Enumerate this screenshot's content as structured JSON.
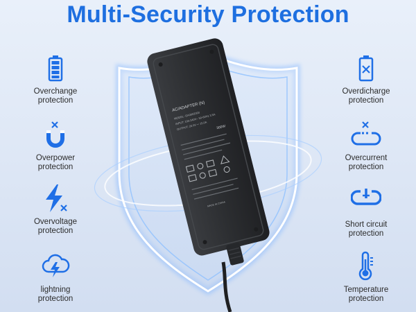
{
  "title": "Multi-Security Protection",
  "colors": {
    "accent": "#1e6fe0",
    "text": "#2b2b2b",
    "icon_blue": "#1f6fe6",
    "device": "#2f3134"
  },
  "left_features": [
    {
      "icon": "battery-full-icon",
      "label": "Overchange\nprotection"
    },
    {
      "icon": "magnet-icon",
      "label": "Overpower\nprotection"
    },
    {
      "icon": "lightning-bolt-icon",
      "label": "Overvoltage\nprotection"
    },
    {
      "icon": "cloud-lightning-icon",
      "label": "lightning\nprotection"
    }
  ],
  "right_features": [
    {
      "icon": "battery-empty-icon",
      "label": "Overdicharge\nprotection"
    },
    {
      "icon": "current-loop-icon",
      "label": "Overcurrent\nprotection"
    },
    {
      "icon": "short-circuit-icon",
      "label": "Short circuit\nprotection"
    },
    {
      "icon": "thermometer-icon",
      "label": "Temperature\nprotection"
    }
  ],
  "device_label": {
    "line1": "AC/ADAPTER (N)",
    "line2": "MODEL: GA3002000",
    "line3": "INPUT: 100-240V~ 50-60Hz 3.5A",
    "line4": "OUTPUT: 20.0V ⎓ 15.0A",
    "line5": "300W",
    "line6": "MADE IN CHINA"
  }
}
